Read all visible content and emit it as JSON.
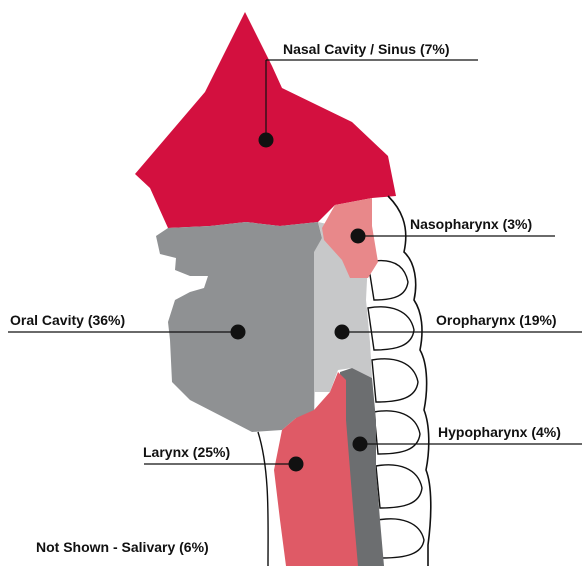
{
  "regions": {
    "nasal": {
      "label": "Nasal Cavity / Sinus (7%)",
      "color": "#d3103f"
    },
    "nasopharynx": {
      "label": "Nasopharynx (3%)",
      "color": "#e8888a"
    },
    "oral": {
      "label": "Oral Cavity (36%)",
      "color": "#8f9193"
    },
    "oropharynx": {
      "label": "Oropharynx (19%)",
      "color": "#c7c8c9"
    },
    "larynx": {
      "label": "Larynx (25%)",
      "color": "#df5a66"
    },
    "hypopharynx": {
      "label": "Hypopharynx (4%)",
      "color": "#6c6e70"
    },
    "salivary": {
      "label": "Not Shown - Salivary (6%)"
    }
  },
  "colors": {
    "outline": "#111111",
    "bone": "#ffffff"
  }
}
